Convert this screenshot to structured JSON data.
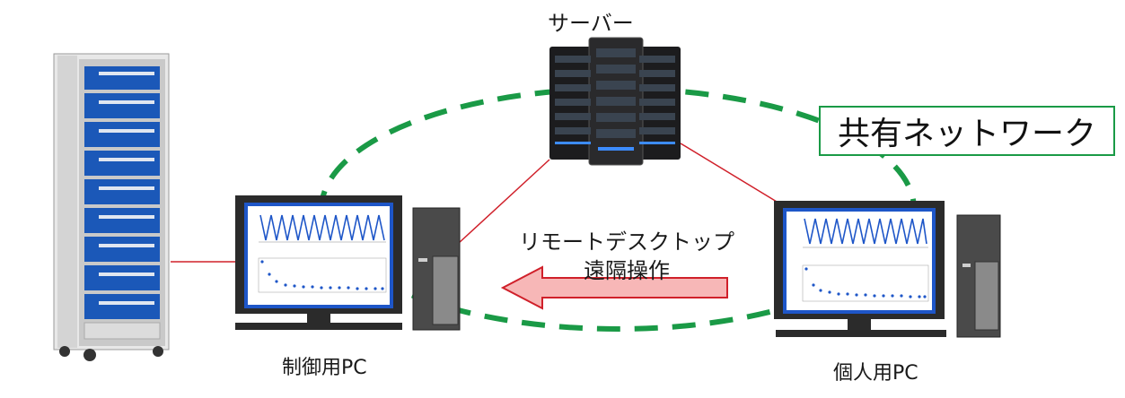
{
  "labels": {
    "server": "サーバー",
    "control_pc": "制御用PC",
    "personal_pc": "個人用PC",
    "remote_line1": "リモートデスクトップ",
    "remote_line2": "遠隔操作",
    "shared_network": "共有ネットワーク"
  },
  "colors": {
    "network_ring": "#1a9a46",
    "links": "#d0202a",
    "arrow_fill": "#f7b7b7",
    "arrow_stroke": "#d0202a",
    "monitor_frame": "#2b2b2b",
    "monitor_screen": "#1e56c8",
    "rack_panel": "#1b58b8"
  },
  "icons": [
    "test-rack-icon",
    "server-rack-icon",
    "control-pc-icon",
    "personal-pc-icon",
    "remote-arrow-icon"
  ]
}
